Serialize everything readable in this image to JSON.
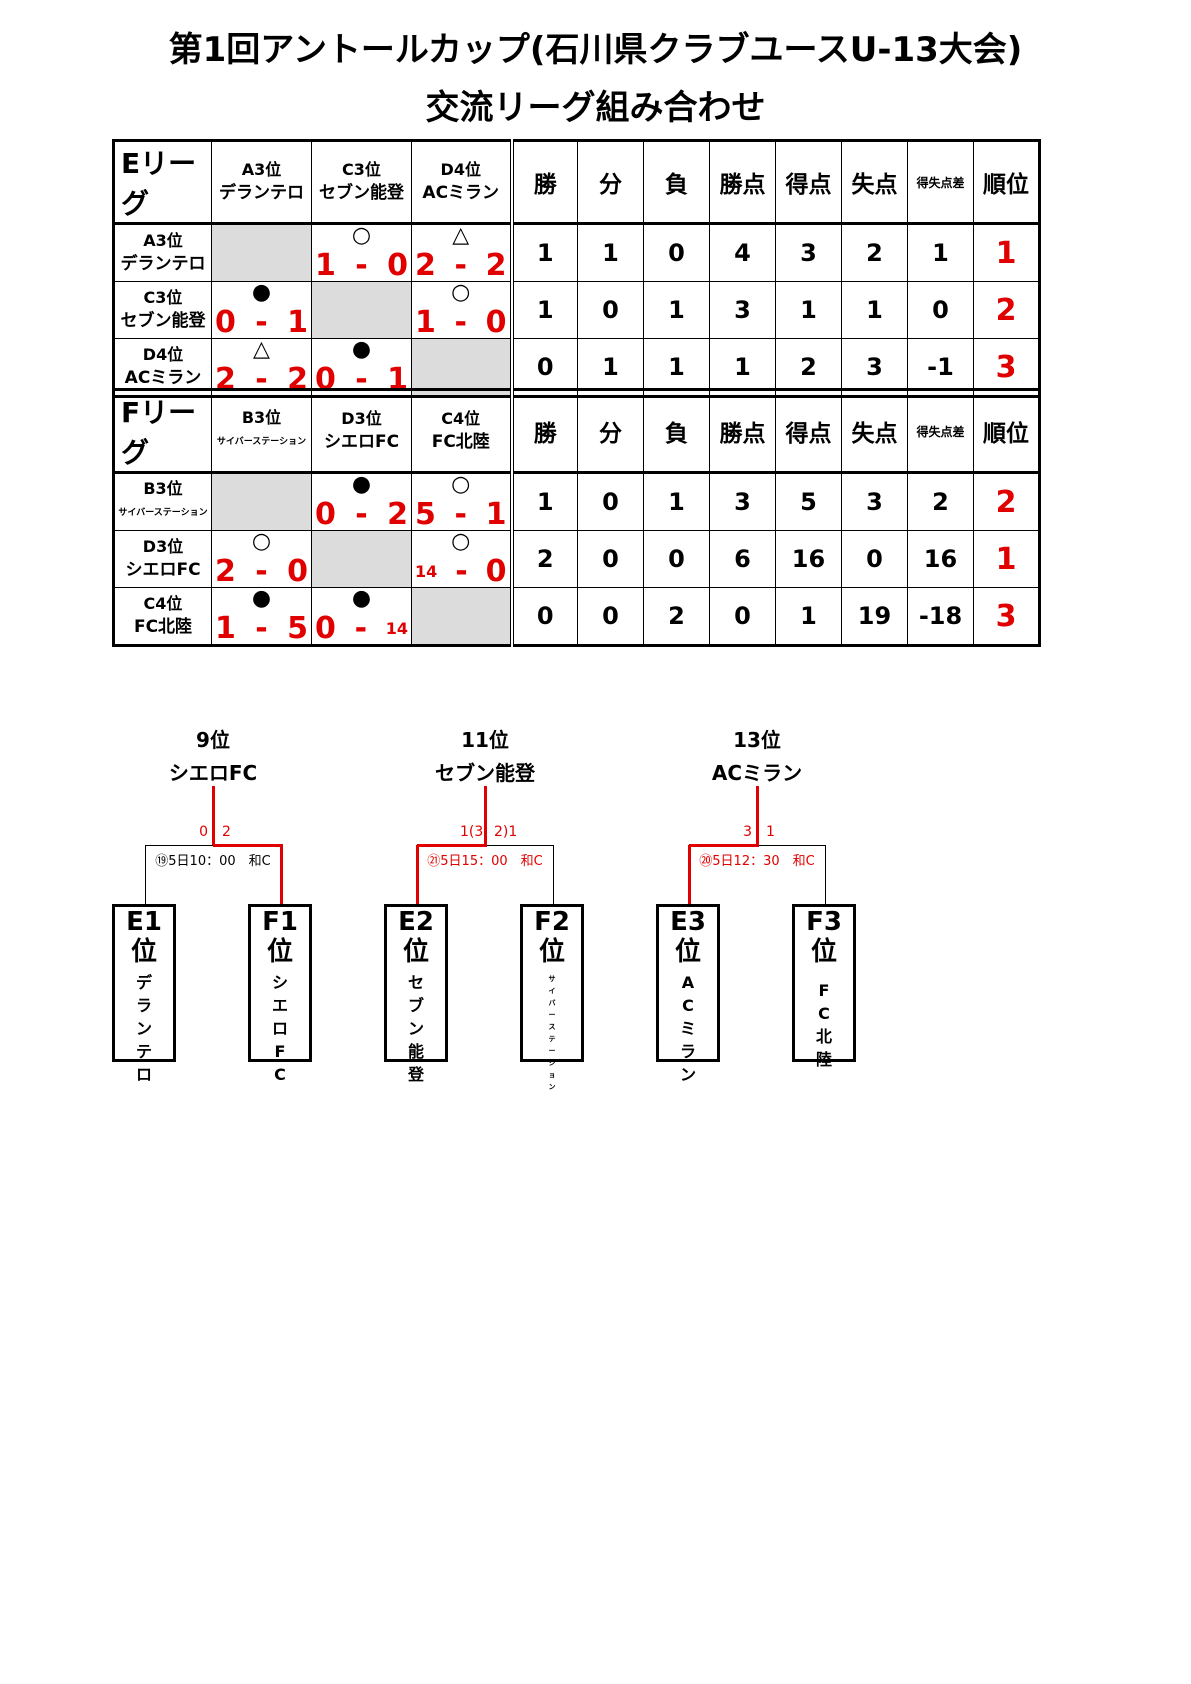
{
  "title": {
    "line1": "第1回アントールカップ(石川県クラブユースU-13大会)",
    "line2": "交流リーグ組み合わせ"
  },
  "stat_headers": [
    "勝",
    "分",
    "負",
    "勝点",
    "得点",
    "失点",
    "得失点差",
    "順位"
  ],
  "league_e": {
    "name": "Eリーグ",
    "teams": [
      {
        "rank": "A3位",
        "name": "デランテロ"
      },
      {
        "rank": "C3位",
        "name": "セブン能登"
      },
      {
        "rank": "D4位",
        "name": "ACミラン"
      }
    ],
    "results": {
      "r0c1": {
        "sym": "○",
        "a": "1",
        "dash": "-",
        "b": "0"
      },
      "r0c2": {
        "sym": "△",
        "a": "2",
        "dash": "-",
        "b": "2"
      },
      "r1c0": {
        "sym": "●",
        "a": "0",
        "dash": "-",
        "b": "1"
      },
      "r1c2": {
        "sym": "○",
        "a": "1",
        "dash": "-",
        "b": "0"
      },
      "r2c0": {
        "sym": "△",
        "a": "2",
        "dash": "-",
        "b": "2"
      },
      "r2c1": {
        "sym": "●",
        "a": "0",
        "dash": "-",
        "b": "1"
      }
    },
    "stats": [
      [
        "1",
        "1",
        "0",
        "4",
        "3",
        "2",
        "1",
        "1"
      ],
      [
        "1",
        "0",
        "1",
        "3",
        "1",
        "1",
        "0",
        "2"
      ],
      [
        "0",
        "1",
        "1",
        "1",
        "2",
        "3",
        "-1",
        "3"
      ]
    ]
  },
  "league_f": {
    "name": "Fリーグ",
    "teams": [
      {
        "rank": "B3位",
        "name": "サイバーステーション"
      },
      {
        "rank": "D3位",
        "name": "シエロFC"
      },
      {
        "rank": "C4位",
        "name": "FC北陸"
      }
    ],
    "results": {
      "r0c1": {
        "sym": "●",
        "a": "0",
        "dash": "-",
        "b": "2"
      },
      "r0c2": {
        "sym": "○",
        "a": "5",
        "dash": "-",
        "b": "1"
      },
      "r1c0": {
        "sym": "○",
        "a": "2",
        "dash": "-",
        "b": "0"
      },
      "r1c2": {
        "sym": "○",
        "a": "14",
        "dash": "-",
        "b": "0"
      },
      "r2c0": {
        "sym": "●",
        "a": "1",
        "dash": "-",
        "b": "5"
      },
      "r2c1": {
        "sym": "●",
        "a": "0",
        "dash": "-",
        "b": "14"
      }
    },
    "stats": [
      [
        "1",
        "0",
        "1",
        "3",
        "5",
        "3",
        "2",
        "2"
      ],
      [
        "2",
        "0",
        "0",
        "6",
        "16",
        "0",
        "16",
        "1"
      ],
      [
        "0",
        "0",
        "2",
        "0",
        "1",
        "19",
        "-18",
        "3"
      ]
    ]
  },
  "brackets": [
    {
      "place": "9位",
      "winner": "シエロFC",
      "score_left": "0",
      "score_right": "2",
      "schedule": "⑲5日10：00　和C",
      "left": {
        "pos": "E1位",
        "name": "デランテロ"
      },
      "right": {
        "pos": "F1位",
        "name": "シエロFC"
      }
    },
    {
      "place": "11位",
      "winner": "セブン能登",
      "score_left": "1(3",
      "score_right": "2)1",
      "schedule": "㉑5日15：00　和C",
      "left": {
        "pos": "E2位",
        "name": "セブン能登"
      },
      "right": {
        "pos": "F2位",
        "name": "サイバーステーション"
      }
    },
    {
      "place": "13位",
      "winner": "ACミラン",
      "score_left": "3",
      "score_right": "1",
      "schedule": "⑳5日12：30　和C",
      "left": {
        "pos": "E3位",
        "name": "ACミラン"
      },
      "right": {
        "pos": "F3位",
        "name": "FC北陸"
      }
    }
  ]
}
